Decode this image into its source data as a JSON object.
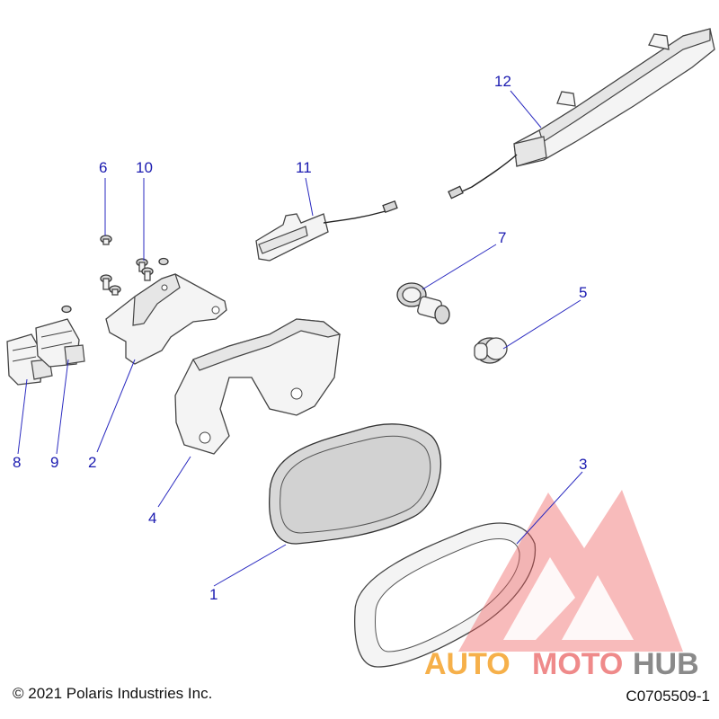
{
  "diagram": {
    "callouts": [
      {
        "id": "c1",
        "label": "1"
      },
      {
        "id": "c2",
        "label": "2"
      },
      {
        "id": "c3",
        "label": "3"
      },
      {
        "id": "c4",
        "label": "4"
      },
      {
        "id": "c5",
        "label": "5"
      },
      {
        "id": "c6",
        "label": "6"
      },
      {
        "id": "c7",
        "label": "7"
      },
      {
        "id": "c8",
        "label": "8"
      },
      {
        "id": "c9",
        "label": "9"
      },
      {
        "id": "c10",
        "label": "10"
      },
      {
        "id": "c11",
        "label": "11"
      },
      {
        "id": "c12",
        "label": "12"
      }
    ],
    "callout_color": "#1a1ab0"
  },
  "watermark": {
    "brand_text": "AUTOMOTOHUB",
    "colors": {
      "auto": "#f6b04a",
      "moto": "#ef8a8a",
      "hub": "#8a8a8a",
      "logo": "#ef5a5a"
    }
  },
  "footer": {
    "copyright": "© 2021 Polaris Industries Inc.",
    "drawing_number": "C0705509-1"
  }
}
